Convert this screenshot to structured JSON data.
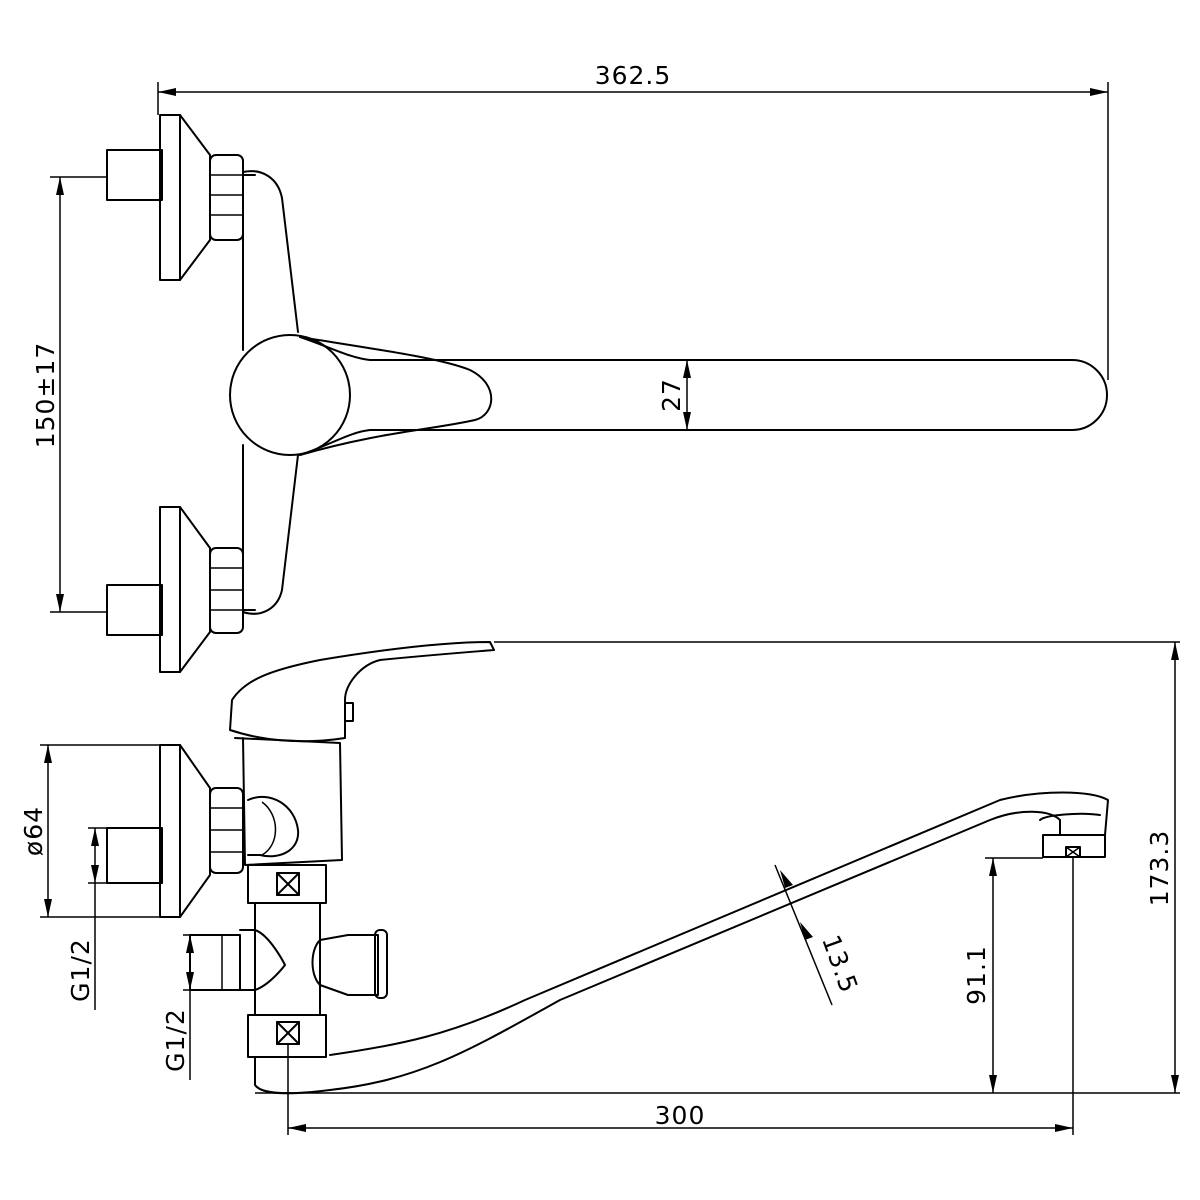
{
  "dimensions": {
    "total_length": "362.5",
    "inlet_spacing": "150±17",
    "spout_width": "27",
    "flange_diameter": "ø64",
    "inlet_thread_upper": "G1/2",
    "inlet_thread_lower": "G1/2",
    "spout_thickness": "13.5",
    "spout_outlet_height": "91.1",
    "total_height": "173.3",
    "spout_reach": "300"
  }
}
